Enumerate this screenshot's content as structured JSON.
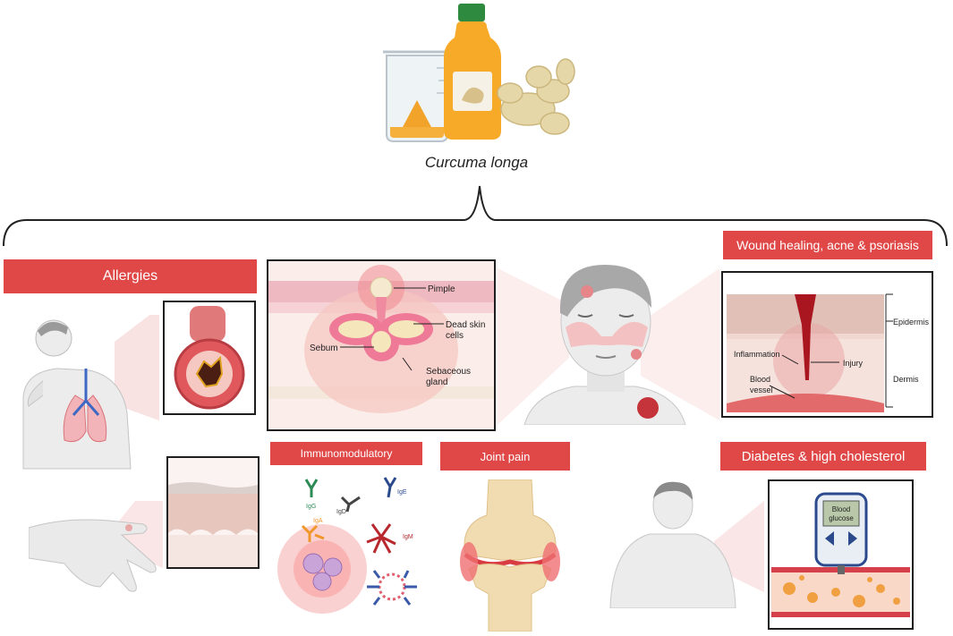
{
  "title": "Curcuma longa",
  "banners": {
    "allergies": "Allergies",
    "wound": "Wound healing, acne & psoriasis",
    "immuno": "Immunomodulatory",
    "joint": "Joint pain",
    "diabetes": "Diabetes & high cholesterol"
  },
  "acne_labels": {
    "pimple": "Pimple",
    "dead_skin": "Dead skin",
    "cells": "cells",
    "sebum": "Sebum",
    "sebaceous": "Sebaceous",
    "gland": "gland"
  },
  "wound_labels": {
    "epidermis": "Epidermis",
    "inflammation": "Inflammation",
    "injury": "Injury",
    "blood": "Blood",
    "vessel": "vessel",
    "dermis": "Dermis"
  },
  "antibodies": {
    "igg": "IgG",
    "igd": "IgD",
    "ige": "IgE",
    "iga": "IgA",
    "igm": "IgM"
  },
  "meter": {
    "line1": "Blood",
    "line2": "glucose"
  },
  "colors": {
    "banner": "#e04848",
    "frame": "#1e1e1e",
    "skin_pink": "#f4c6c4",
    "blood": "#b8282e",
    "turmeric": "#f2a42a"
  }
}
